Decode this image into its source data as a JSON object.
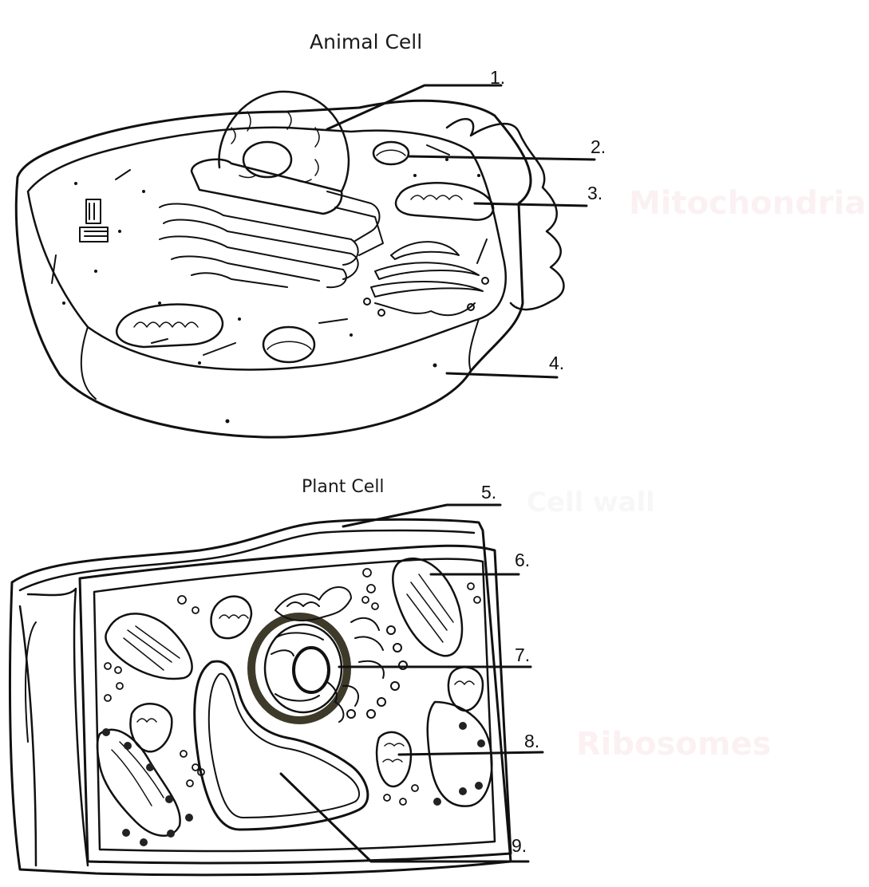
{
  "animal": {
    "title": "Animal Cell",
    "labels": [
      "1.",
      "2.",
      "3.",
      "4."
    ]
  },
  "plant": {
    "title": "Plant Cell",
    "labels": [
      "5.",
      "6.",
      "7.",
      "8.",
      "9."
    ]
  },
  "faint_text": [
    "Mitochondria",
    "Cell wall",
    "Ribosomes"
  ],
  "colors": {
    "line": "#111111",
    "nucleus_ring": "#3d3a2a",
    "ghost_text": "#fbeff2"
  }
}
